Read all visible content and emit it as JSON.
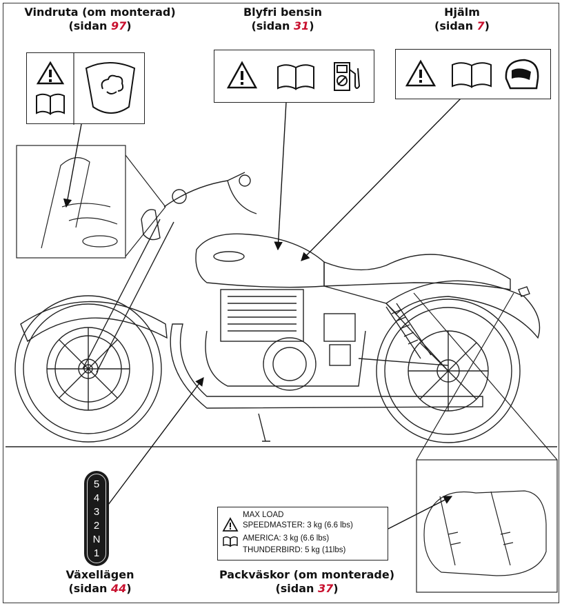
{
  "labels": {
    "windscreen": {
      "title": "Vindruta (om monterad)",
      "prefix": "(sidan ",
      "page": "97",
      "suffix": ")"
    },
    "fuel": {
      "title": "Blyfri bensin",
      "prefix": "(sidan ",
      "page": "31",
      "suffix": ")"
    },
    "helmet": {
      "title": "Hjälm",
      "prefix": "(sidan ",
      "page": "7",
      "suffix": ")"
    },
    "gears": {
      "title": "Växellägen",
      "prefix": "(sidan ",
      "page": "44",
      "suffix": ")"
    },
    "panniers": {
      "title": "Packväskor (om monterade)",
      "prefix": "(sidan ",
      "page": "37",
      "suffix": ")"
    }
  },
  "gear_indicator": [
    "5",
    "4",
    "3",
    "2",
    "N",
    "1"
  ],
  "max_load": {
    "heading": "MAX LOAD",
    "lines": [
      "SPEEDMASTER: 3 kg (6.6 lbs)",
      "AMERICA: 3 kg (6.6 lbs)",
      "THUNDERBIRD: 5 kg (11lbs)"
    ]
  },
  "icons": {
    "windscreen": [
      "warning-icon",
      "manual-icon",
      "windscreen-cleaning-icon"
    ],
    "fuel": [
      "warning-icon",
      "manual-icon",
      "fuel-pump-icon"
    ],
    "helmet": [
      "warning-icon",
      "manual-icon",
      "helmet-icon"
    ],
    "load": [
      "warning-icon",
      "manual-icon"
    ]
  },
  "colors": {
    "page_ref": "#c8102e",
    "line": "#222222"
  }
}
